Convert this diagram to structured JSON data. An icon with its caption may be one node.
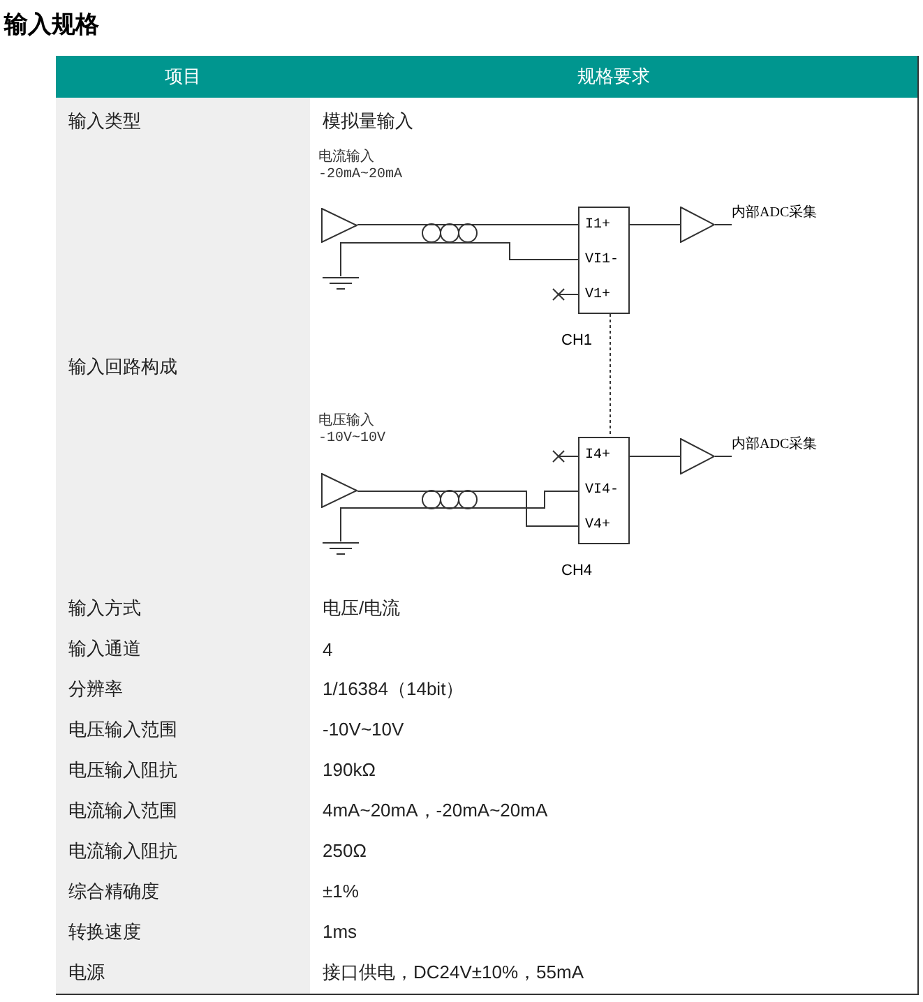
{
  "diagram": {
    "title": "输入规格",
    "nodes": [
      {
        "text": [],
        "shape": "triangle",
        "beside": [
          "电流输入 -20mA~20mA"
        ]
      },
      {
        "text": [],
        "shape": "ground"
      },
      {
        "text": [
          "I1+",
          "VI1-",
          "V1+"
        ],
        "beside": [
          "CH1"
        ]
      },
      {
        "text": [],
        "shape": "triangle"
      },
      {
        "text": [
          "内部ADC采集"
        ]
      },
      {
        "text": [],
        "shape": "triangle",
        "beside": [
          "电压输入 -10V~10V"
        ]
      },
      {
        "text": [],
        "shape": "ground"
      },
      {
        "text": [
          "I4+",
          "VI4-",
          "V4+"
        ],
        "beside": [
          "CH4"
        ]
      },
      {
        "text": [],
        "shape": "triangle"
      },
      {
        "text": [
          "内部ADC采集"
        ]
      }
    ],
    "edges": [
      {
        "from": 0,
        "to": 2,
        "arrow": "none"
      },
      {
        "from": 1,
        "to": 2,
        "arrow": "none"
      },
      {
        "from": 2,
        "to": 3,
        "arrow": "none"
      },
      {
        "from": 3,
        "to": 4,
        "arrow": "none"
      },
      {
        "from": 2,
        "to": 7,
        "arrow": "none",
        "style": "dashed"
      },
      {
        "from": 5,
        "to": 7,
        "arrow": "none"
      },
      {
        "from": 6,
        "to": 7,
        "arrow": "none"
      },
      {
        "from": 7,
        "to": 8,
        "arrow": "none"
      },
      {
        "from": 8,
        "to": 9,
        "arrow": "none"
      }
    ],
    "labels": [
      "项目",
      "规格要求",
      "输入类型",
      "模拟量输入",
      "输入回路构成",
      "输入方式",
      "电压/电流",
      "输入通道",
      "4",
      "分辨率",
      "1/16384（14bit）",
      "电压输入范围",
      "-10V~10V",
      "电压输入阻抗",
      "190kΩ",
      "电流输入范围",
      "4mA~20mA，-20mA~20mA",
      "电流输入阻抗",
      "250Ω",
      "综合精确度",
      "±1%",
      "转换速度",
      "1ms",
      "电源",
      "接口供电，DC24V±10%，55mA"
    ]
  }
}
